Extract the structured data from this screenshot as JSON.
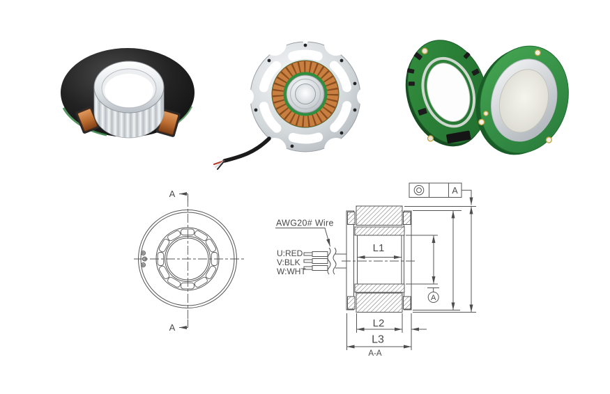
{
  "drawing": {
    "wire_note": "AWG20# Wire",
    "phase_labels": [
      "U:RED",
      "V:BLK",
      "W:WHT"
    ],
    "dim_labels": {
      "l1": "L1",
      "l2": "L2",
      "l3": "L3"
    },
    "section_view_label": "A-A",
    "section_cut_letter_top": "A",
    "section_cut_letter_bottom": "A",
    "datum_frame": {
      "symbol": "concentricity",
      "datum_ref": "A"
    },
    "datum_target_letter": "A"
  },
  "photos": {
    "left_alt": "black rotor magnet ring with copper coil ends and silver inner sleeve",
    "center_alt": "stator with copper windings on slotted aluminum mounting plate and lead wire",
    "right_alt": "pair of green ring PCBs opened like a clamshell with metal ring insert"
  },
  "colors": {
    "l1_green": "#2fa35c",
    "l2_red": "#e03a2e",
    "l3_blue": "#2f7fd6",
    "line": "#4d4d4d",
    "pcb_green": "#2e8f3e",
    "copper": "#c87a3a",
    "aluminum": "#c9ced2"
  }
}
